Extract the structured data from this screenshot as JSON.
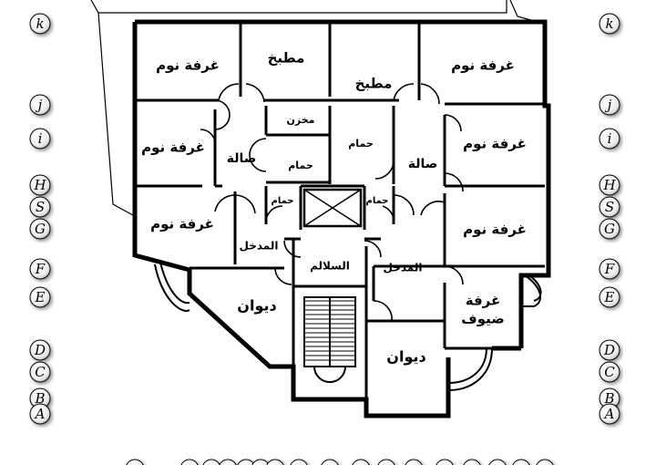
{
  "rooms": {
    "bedroom_1": "غرفة نوم",
    "kitchen_1": "مطبخ",
    "kitchen_2": "مطبخ",
    "bedroom_2": "غرفة نوم",
    "bedroom_3": "غرفة نوم",
    "hall_left": "صالة",
    "storage": "مخزن",
    "bath_center_left": "حمام",
    "bath_center_right": "حمام",
    "hall_right": "صالة",
    "bedroom_4": "غرفة نوم",
    "bedroom_5": "غرفة نوم",
    "bath_small_left": "حمام",
    "bath_small_right": "حمام",
    "bedroom_6": "غرفة نوم",
    "entrance_left": "المدخل",
    "stairs": "السلالم",
    "entrance_right": "المدخل",
    "diwan_left": "ديوان",
    "guest_room_line1": "غرفة",
    "guest_room_line2": "ضيوف",
    "diwan_right": "ديوان"
  },
  "grid_axes_left": [
    "k",
    "j",
    "i",
    "H",
    "S",
    "G",
    "F",
    "E",
    "D",
    "C",
    "B",
    "A"
  ],
  "grid_axes_right": [
    "k",
    "j",
    "i",
    "H",
    "S",
    "G",
    "F",
    "E",
    "D",
    "C",
    "B",
    "A"
  ]
}
